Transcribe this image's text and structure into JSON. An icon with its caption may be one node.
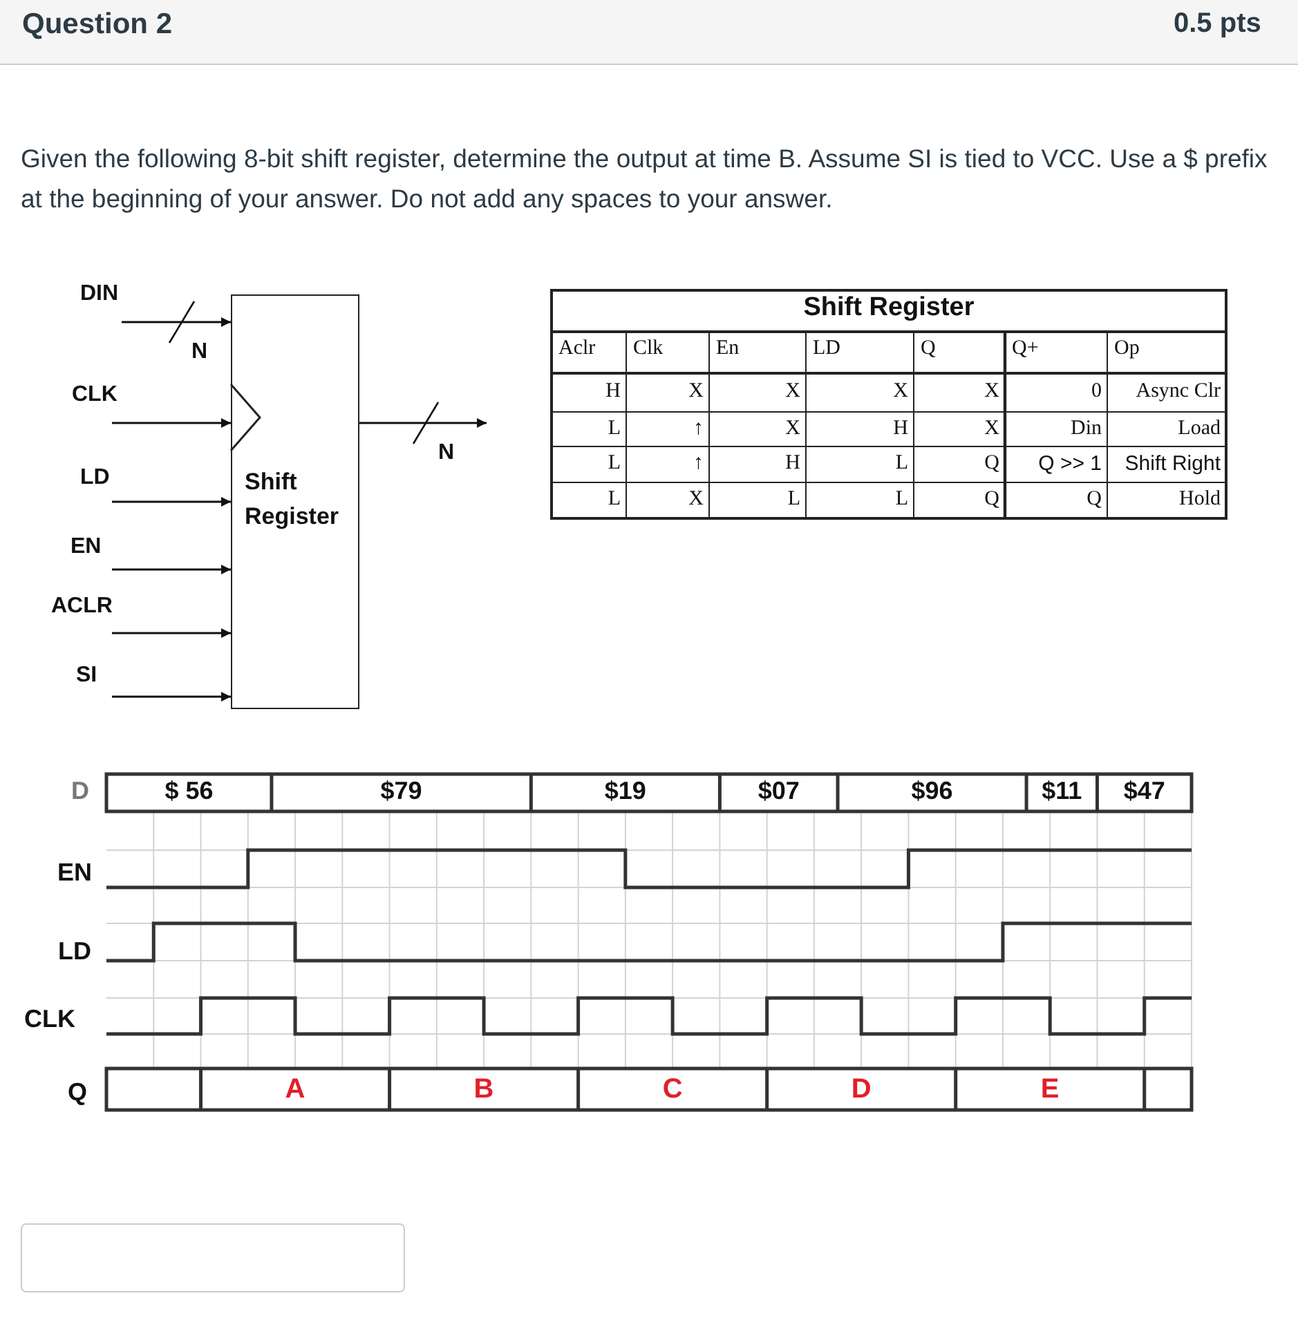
{
  "diagram": {
    "title": "Question 2",
    "nodes": [
      {
        "text": [
          "Shift Register"
        ]
      },
      {
        "text": [
          "DIN"
        ]
      },
      {
        "text": [
          "CLK"
        ]
      },
      {
        "text": [
          "LD"
        ]
      },
      {
        "text": [
          "EN"
        ]
      },
      {
        "text": [
          "ACLR"
        ]
      },
      {
        "text": [
          "SI"
        ]
      }
    ],
    "edges": [
      {
        "from": 1,
        "to": 0,
        "arrow": "to",
        "label": "N"
      },
      {
        "from": 2,
        "to": 0,
        "arrow": "to"
      },
      {
        "from": 3,
        "to": 0,
        "arrow": "to"
      },
      {
        "from": 4,
        "to": 0,
        "arrow": "to"
      },
      {
        "from": 5,
        "to": 0,
        "arrow": "to"
      },
      {
        "from": 6,
        "to": 0,
        "arrow": "to"
      },
      {
        "from": 0,
        "to": null,
        "arrow": "to",
        "label": "N"
      }
    ],
    "labels": [
      "0.5 pts",
      "Given the following 8-bit shift register, determine the output at time B. Assume SI is tied to VCC. Use a $ prefix at the beginning of your answer. Do not add any spaces to your answer.",
      "Shift Register",
      "Aclr",
      "Clk",
      "En",
      "LD",
      "Q",
      "Q+",
      "Op",
      "H",
      "X",
      "X",
      "X",
      "X",
      "0",
      "Async Clr",
      "L",
      "↑",
      "X",
      "H",
      "X",
      "Din",
      "Load",
      "L",
      "↑",
      "H",
      "L",
      "Q",
      "Q >> 1",
      "Shift Right",
      "L",
      "X",
      "L",
      "L",
      "Q",
      "Q",
      "Hold",
      "D",
      "$ 56",
      "$79",
      "$19",
      "$07",
      "$96",
      "$11",
      "$47",
      "EN",
      "LD",
      "CLK",
      "Q",
      "A",
      "B",
      "C",
      "D",
      "E"
    ]
  }
}
